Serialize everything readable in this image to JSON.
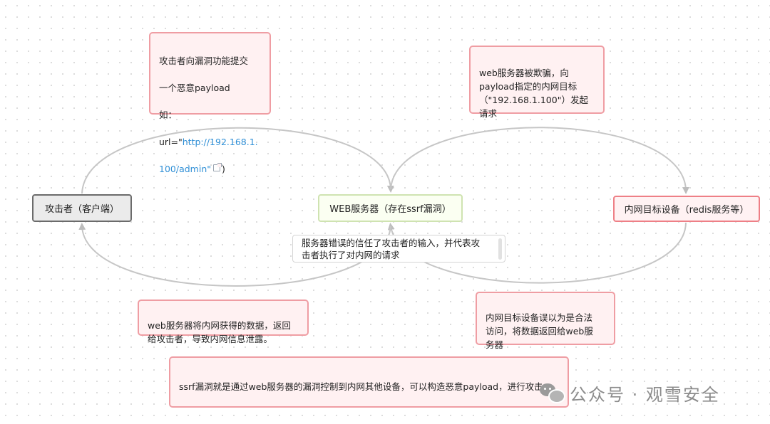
{
  "nodes": {
    "attacker": "攻击者（客户端）",
    "web_server": "WEB服务器（存在ssrf漏洞）",
    "internal_target": "内网目标设备（redis服务等）"
  },
  "notes": {
    "attacker_submit": {
      "lines": [
        "攻击者向漏洞功能提交",
        "一个恶意payload",
        "如："
      ],
      "url_prefix": "url=\"",
      "url_link_line1": "http://192.168.1.",
      "url_link_line2": "100/admin\"",
      "url_suffix": ")"
    },
    "server_deceived": "web服务器被欺骗，向\npayload指定的内网目标\n（\"192.168.1.100\"）发起\n请求",
    "server_return": "web服务器将内网获得的数据，返回\n给攻击者，导致内网信息泄露。",
    "target_misjudge": "内网目标设备误以为是合法\n访问，将数据返回给web服\n务器",
    "summary": "ssrf漏洞就是通过web服务器的漏洞控制到内网其他设备，可以构造恶意payload，进行攻击。"
  },
  "edge_label": "服务器错误的信任了攻击者的输入，并代表攻\n击者执行了对内网的请求",
  "watermark": {
    "icon": "wechat-icon",
    "text": "公众号 · 观雪安全"
  },
  "colors": {
    "note_fill": "#fff1f2",
    "note_border": "#ef9da3",
    "target_border": "#ee7f86",
    "web_border": "#cfe3b1",
    "attacker_fill": "#ebebeb",
    "link": "#2f8fd6",
    "edge": "#c6c6c6"
  }
}
